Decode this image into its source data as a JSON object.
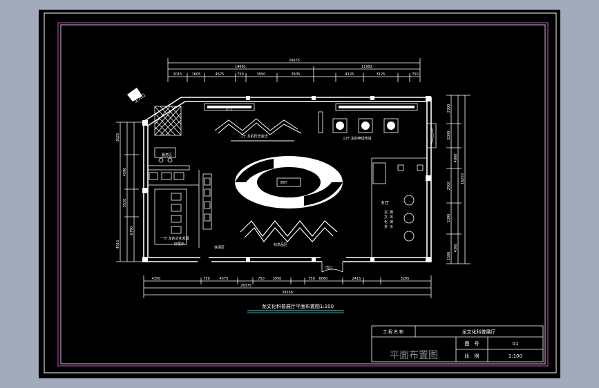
{
  "drawing": {
    "title_caption": "龙文化科普展厅平面布置图1:100",
    "watermark_title": "平面布置图",
    "title_block": {
      "project_label": "工 程 名 称",
      "project_value": "龙文化科普展厅",
      "drawing_no_label": "图　号",
      "drawing_no_value": "01",
      "scale_label": "比　例",
      "scale_value": "1:100"
    },
    "top_dims": {
      "overall": "26675",
      "row2": [
        "14661",
        "11992"
      ],
      "row3": [
        "2015",
        "1605",
        "4575",
        "750",
        "3950",
        "3505",
        "4125",
        "3125",
        "750"
      ]
    },
    "bottom_dims": {
      "row1": [
        "4350",
        "750",
        "4575",
        "750",
        "3950",
        "750",
        "6060",
        "2415",
        "3295"
      ],
      "row2": [
        "26375"
      ],
      "row3": [
        "39556"
      ]
    },
    "left_dims": [
      "3625",
      "4590",
      "3520",
      "6790",
      "4615"
    ],
    "right_dims": [
      "2300",
      "2000",
      "4000",
      "2500",
      "5390",
      "4300",
      "1500",
      "16250"
    ],
    "room_labels": {
      "hall1": "一厅 龙的文化发展",
      "hall1_sub": "厅展示",
      "hall2": "二厅 龙的历史变迁",
      "hall3": "三厅 龙的神话传说",
      "hall4": "四厅",
      "hall5": "五厅",
      "hall5_sub": [
        "龙",
        "文",
        "化",
        "多",
        "媒",
        "体",
        "演",
        "示"
      ],
      "entrance": "主入口",
      "service": "服务区",
      "rest": "休闲区",
      "shop": "纪念品区"
    },
    "small_labels": [
      "入口",
      "出口"
    ]
  },
  "colors": {
    "background": "#000000",
    "frame": "#ffffff",
    "border_magenta": "#b13cb7",
    "caption_underline": "#3fd4d6",
    "window_bg": "#a2aabb"
  }
}
